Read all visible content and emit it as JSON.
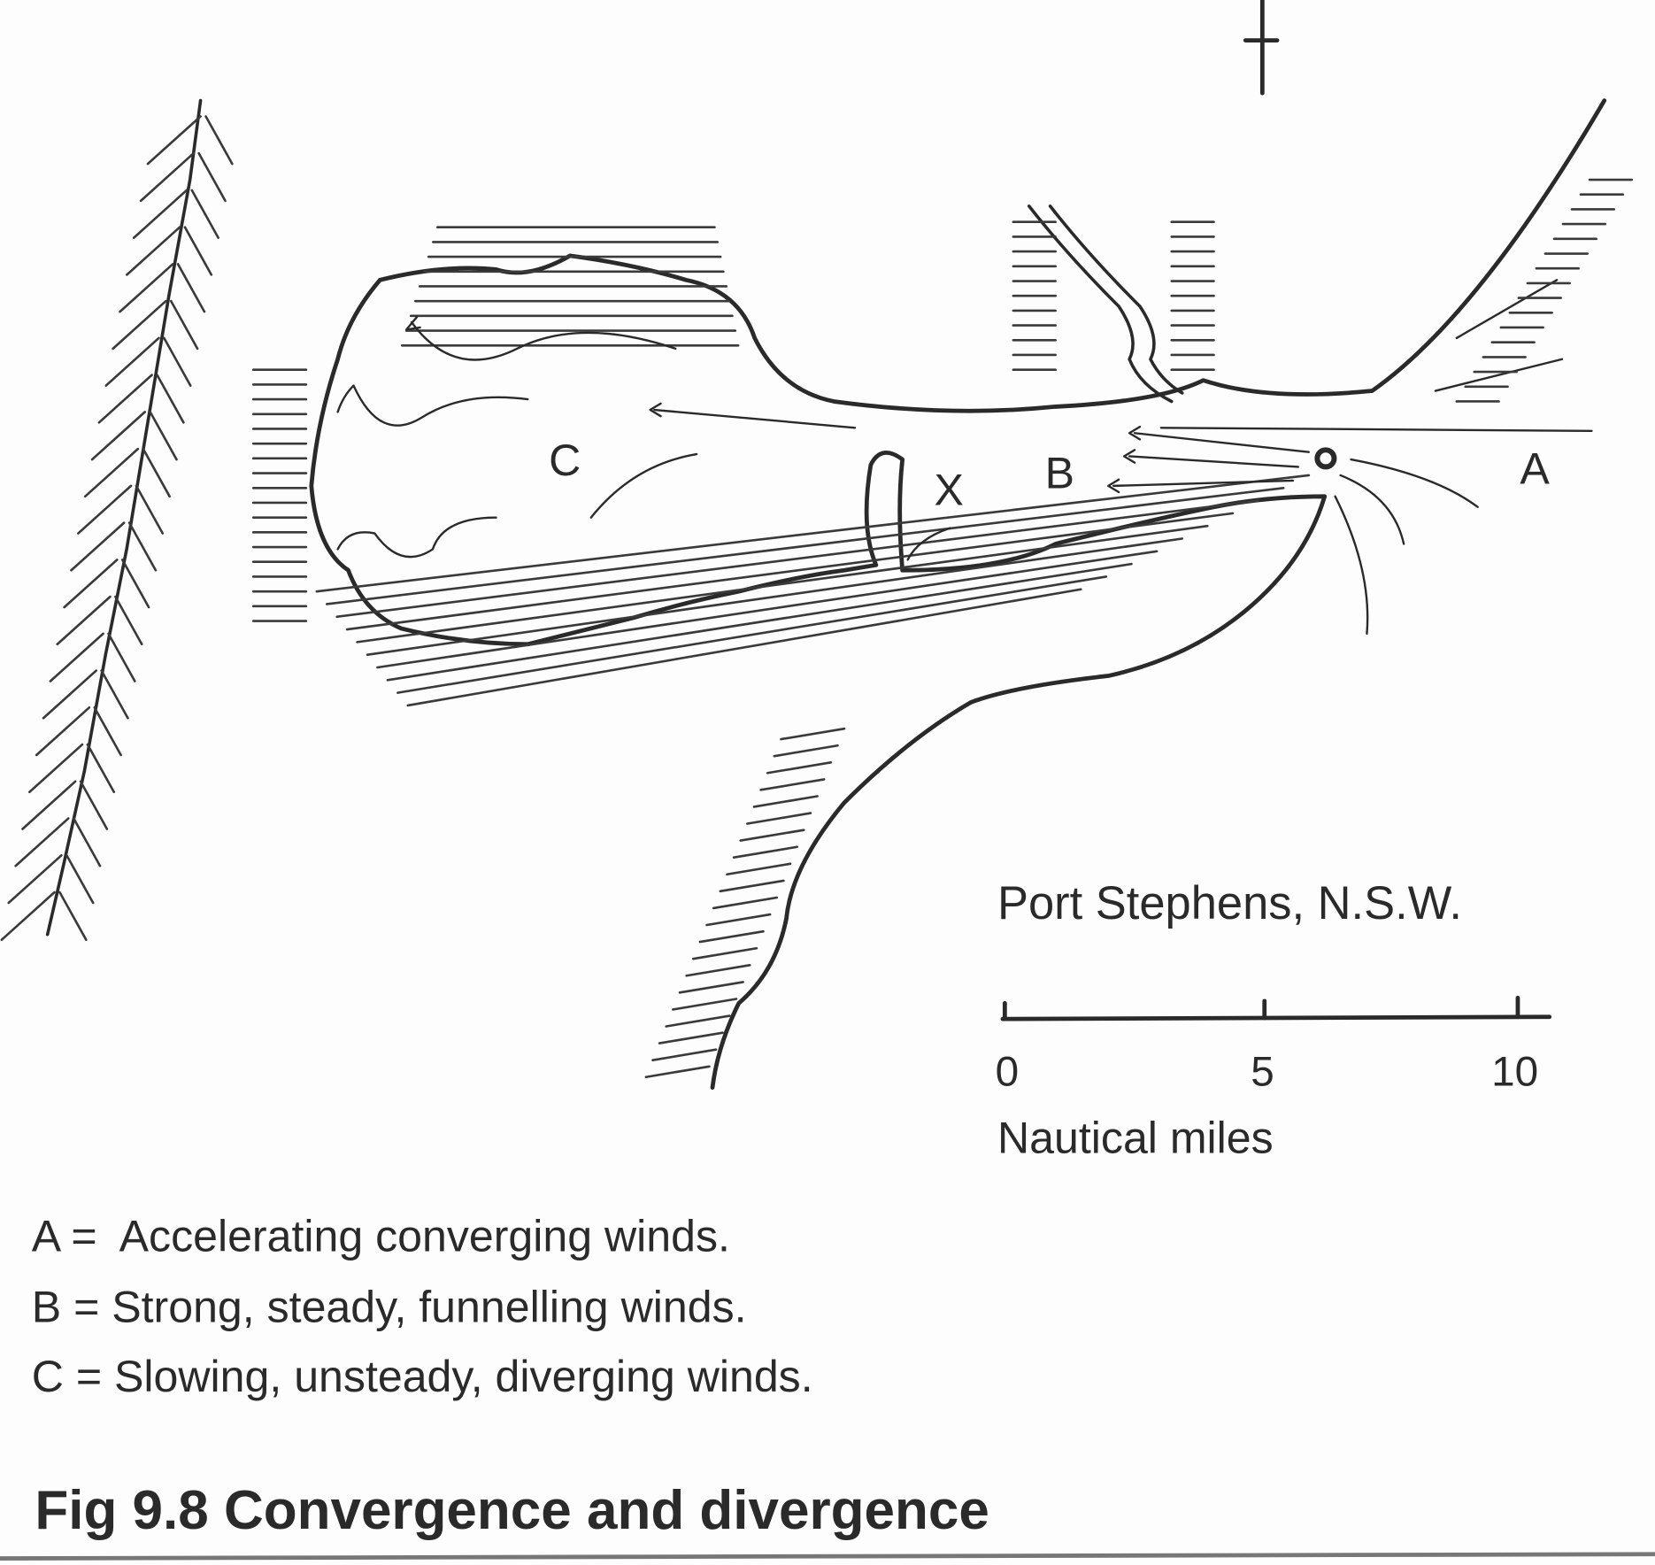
{
  "map": {
    "place_name": "Port Stephens, N.S.W.",
    "region_labels": {
      "a": "A",
      "b": "B",
      "c": "C",
      "x": "X"
    },
    "scale_bar": {
      "ticks": [
        "0",
        "5",
        "10"
      ],
      "unit": "Nautical miles"
    }
  },
  "legend": [
    "A =  Accelerating converging winds.",
    "B = Strong, steady, funnelling winds.",
    "C = Slowing, unsteady, diverging winds."
  ],
  "caption": "Fig 9.8 Convergence and divergence",
  "colors": {
    "ink": "#2a2a2a",
    "paper": "#fdfdfd"
  }
}
